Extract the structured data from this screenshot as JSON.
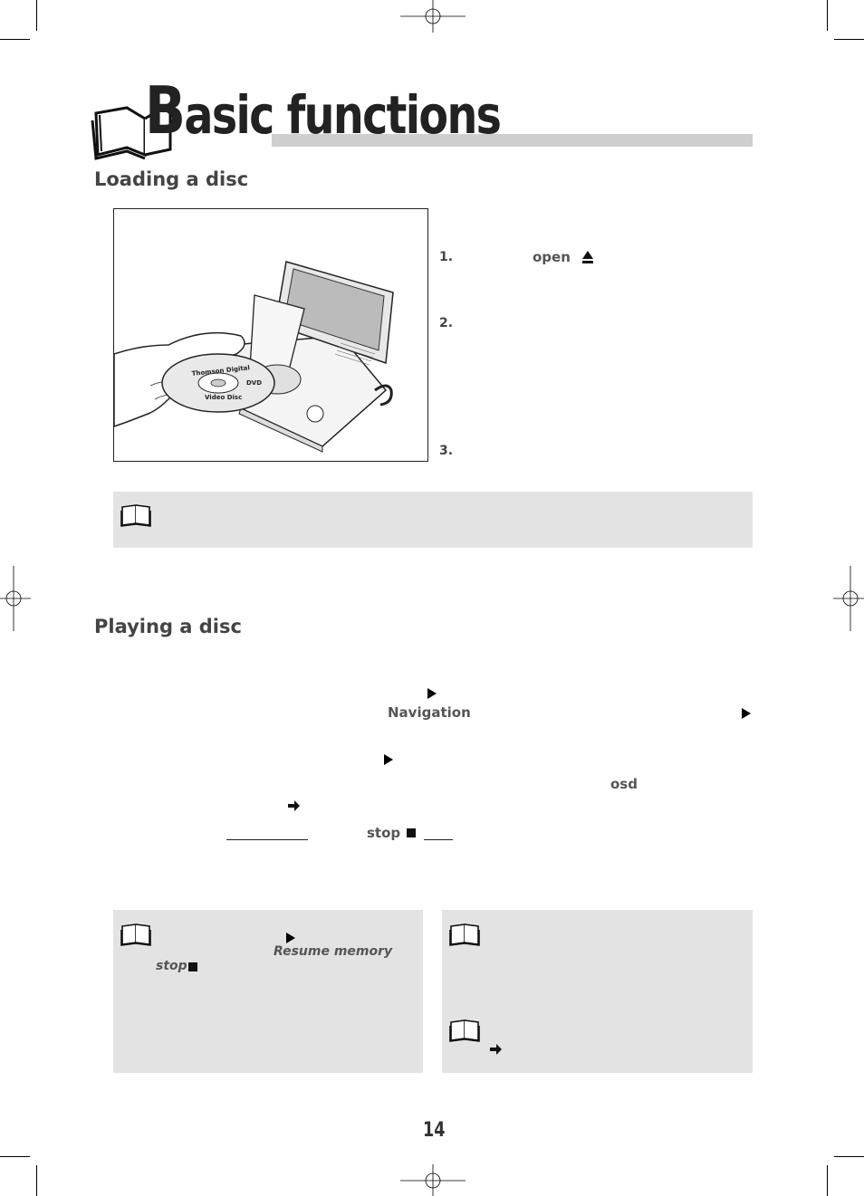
{
  "title": {
    "initial": "B",
    "rest": "asic functions"
  },
  "sections": {
    "loading": {
      "heading": "Loading a disc"
    },
    "playing": {
      "heading": "Playing a disc"
    }
  },
  "illustration": {
    "disc_label_top": "Thomson Digital",
    "disc_label_bottom": "Video Disc",
    "disc_logo": "DVD"
  },
  "loading_steps": [
    {
      "num": "1.",
      "keyword": "open"
    },
    {
      "num": "2."
    },
    {
      "num": "3."
    }
  ],
  "playing_keywords": {
    "navigation": "Navigation",
    "osd": "osd",
    "stop": "stop"
  },
  "notes": {
    "left_resume": "Resume memory",
    "left_stop": "stop"
  },
  "page_number": "14",
  "icons": [
    "book-icon",
    "eject-icon",
    "play-icon",
    "stop-icon",
    "arrow-right-icon"
  ]
}
